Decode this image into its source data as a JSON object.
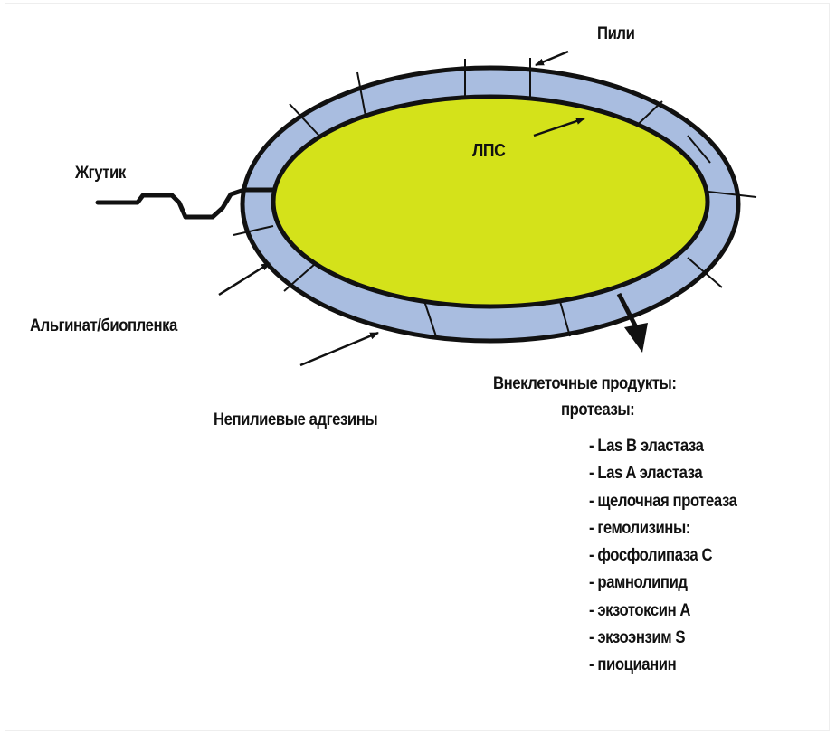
{
  "labels": {
    "pili": "Пили",
    "lps": "ЛПС",
    "flagellum": "Жгутик",
    "alginate": "Альгинат/биопленка",
    "adhesins": "Непилиевые адгезины"
  },
  "products": {
    "heading": "Внеклеточные продукты:",
    "subheading": "протеазы:",
    "items": [
      "- Las B эластаза",
      "- Las A эластаза",
      "- щелочная протеаза",
      "- гемолизины:",
      "- фосфолипаза С",
      "- рамнолипид",
      "- экзотоксин А",
      "- экзоэнзим S",
      "- пиоцианин"
    ]
  },
  "colors": {
    "cytoplasm": "#d4e21a",
    "capsule": "#a9bde0",
    "outline": "#111111"
  }
}
